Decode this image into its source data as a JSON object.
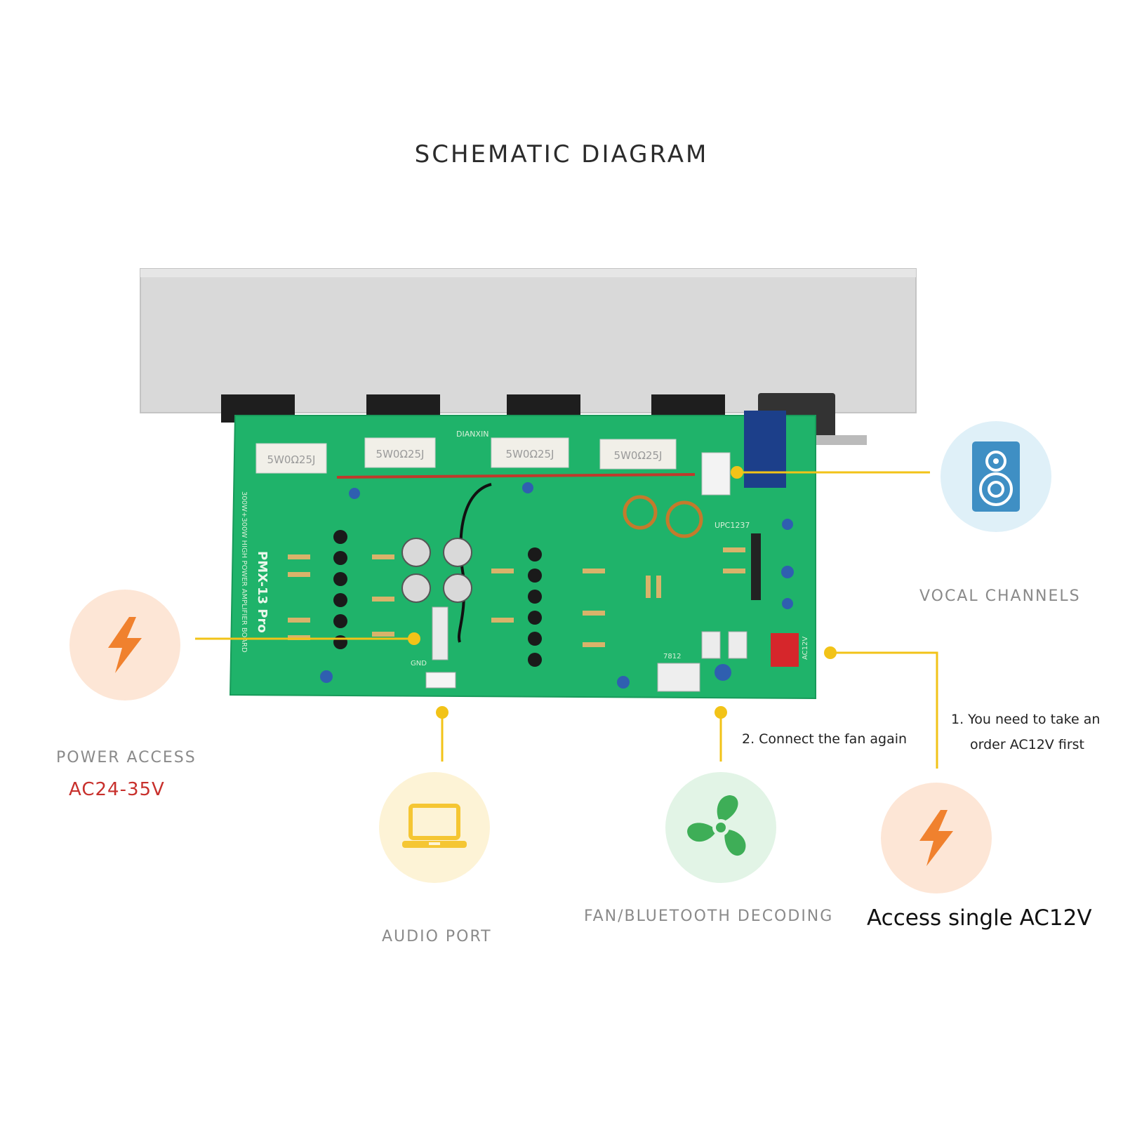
{
  "title": "SCHEMATIC DIAGRAM",
  "board": {
    "resistor_label": "5W0Ω25J",
    "model_label": "PMX-13 Pro",
    "sub_label": "300W+300W HIGH POWER AMPLIFIER BOARD",
    "silk_dianxin": "DIANXIN",
    "silk_chip": "UPC1237",
    "silk_7812": "7812",
    "silk_ac12v": "AC12V",
    "silk_gnd": "GND"
  },
  "callouts": {
    "vocal": {
      "label": "VOCAL CHANNELS",
      "icon": "speaker-icon"
    },
    "power": {
      "label": "POWER ACCESS",
      "voltage": "AC24-35V",
      "icon": "lightning-icon"
    },
    "audio": {
      "label": "AUDIO PORT",
      "icon": "laptop-icon"
    },
    "fan": {
      "label": "FAN/BLUETOOTH DECODING",
      "note": "2. Connect the fan again",
      "icon": "fan-icon"
    },
    "ac12": {
      "label": "Access single AC12V",
      "note_line1": "1. You need to take an",
      "note_line2": "order AC12V first",
      "icon": "lightning-icon"
    }
  },
  "colors": {
    "pcb_green": "#1fb36a",
    "heatsink": "#d9d9d9",
    "connector_line": "#f2c318",
    "power_circle": "#fde6d6",
    "vocal_circle": "#dff0f8",
    "audio_circle": "#fdf3d6",
    "fan_circle": "#e2f4e6",
    "lightning": "#f0812e",
    "speaker": "#3f8fc4",
    "laptop": "#f5c633",
    "fan": "#3eae57",
    "voltage_red": "#c8302c"
  }
}
